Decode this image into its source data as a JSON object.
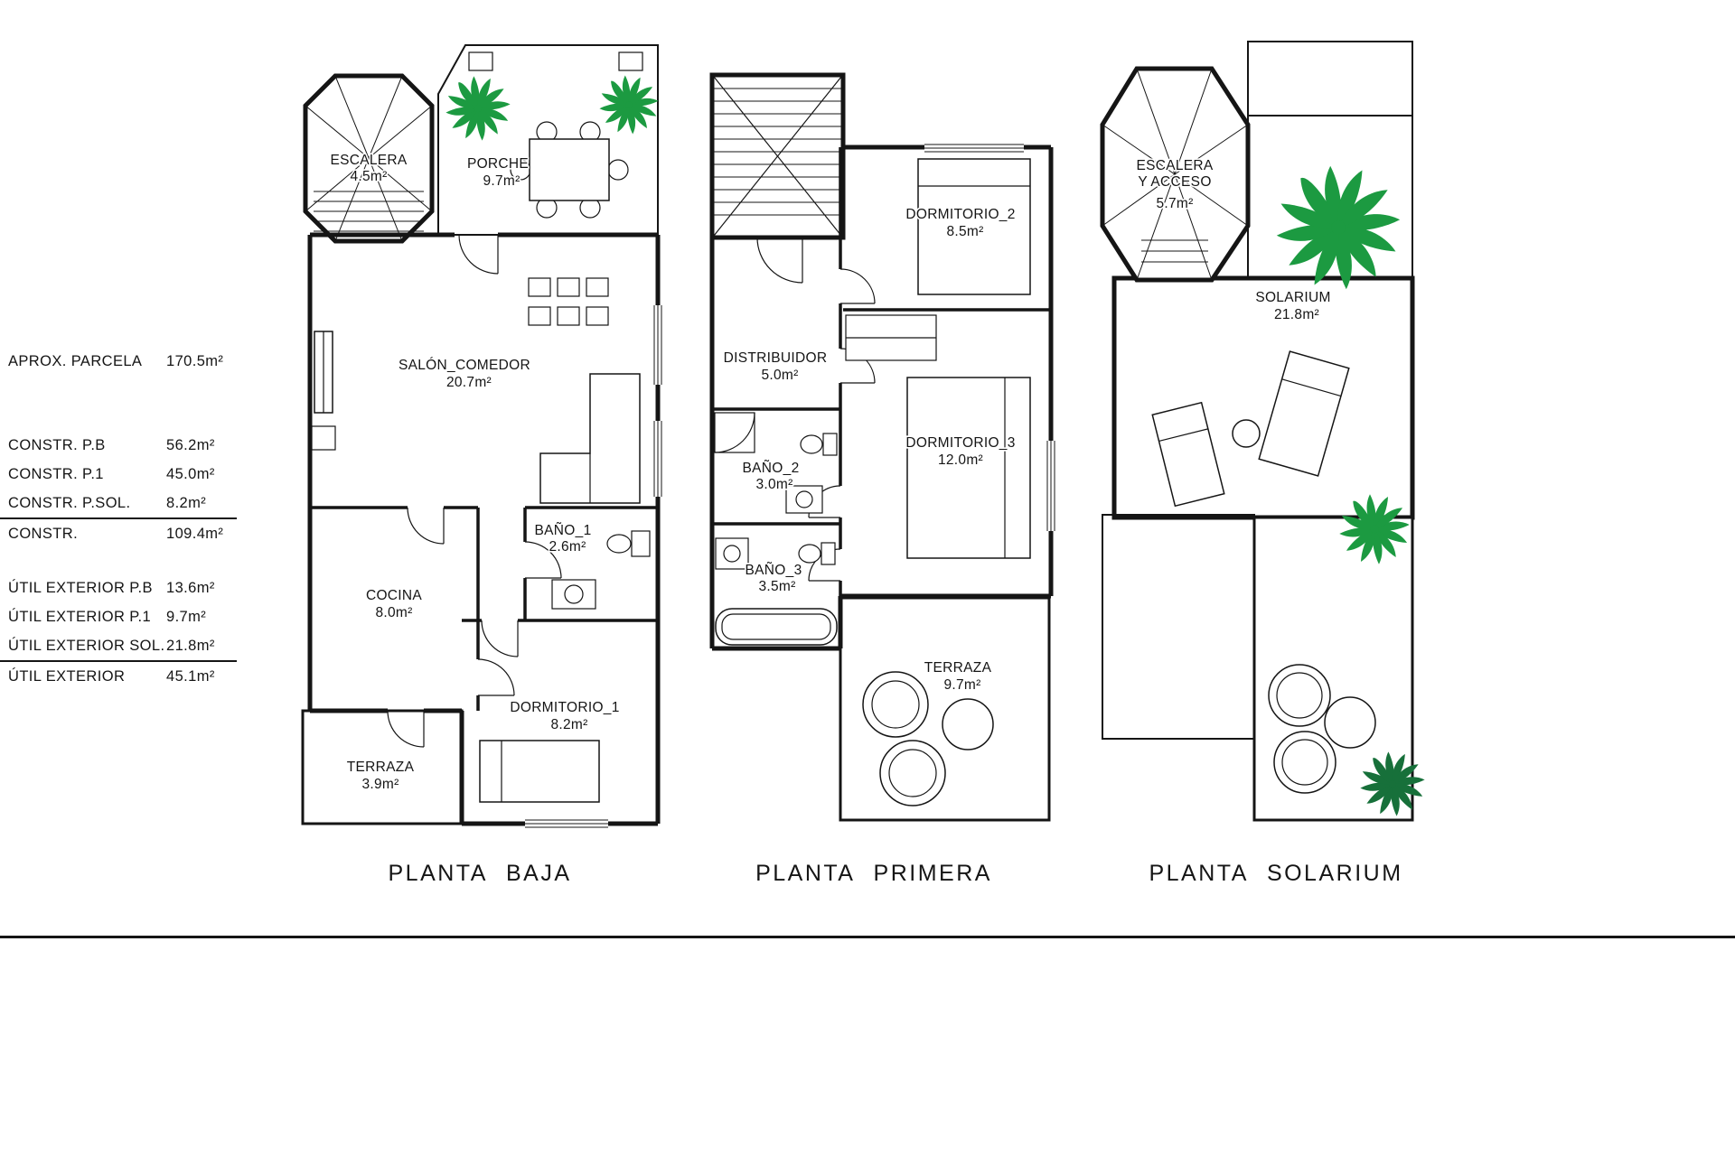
{
  "colors": {
    "ink": "#151515",
    "plant_green": "#1c9a41",
    "plant_dark": "#17703a"
  },
  "legend": {
    "parcela": {
      "label": "APROX. PARCELA",
      "value": "170.5m²"
    },
    "constr": [
      {
        "label": "CONSTR. P.B",
        "value": "56.2m²"
      },
      {
        "label": "CONSTR. P.1",
        "value": "45.0m²"
      },
      {
        "label": "CONSTR. P.SOL.",
        "value": "8.2m²"
      },
      {
        "label": "CONSTR.",
        "value": "109.4m²"
      }
    ],
    "util": [
      {
        "label": "ÚTIL EXTERIOR P.B",
        "value": "13.6m²"
      },
      {
        "label": "ÚTIL EXTERIOR P.1",
        "value": "9.7m²"
      },
      {
        "label": "ÚTIL EXTERIOR SOL.",
        "value": "21.8m²"
      },
      {
        "label": "ÚTIL EXTERIOR",
        "value": "45.1m²"
      }
    ]
  },
  "plans": {
    "baja": {
      "title": "PLANTA BAJA",
      "rooms": {
        "escalera": {
          "name": "ESCALERA",
          "area": "4.5m²"
        },
        "porche": {
          "name": "PORCHE",
          "area": "9.7m²"
        },
        "salon": {
          "name": "SALÓN_COMEDOR",
          "area": "20.7m²"
        },
        "bano1": {
          "name": "BAÑO_1",
          "area": "2.6m²"
        },
        "cocina": {
          "name": "COCINA",
          "area": "8.0m²"
        },
        "dormitorio1": {
          "name": "DORMITORIO_1",
          "area": "8.2m²"
        },
        "terraza": {
          "name": "TERRAZA",
          "area": "3.9m²"
        }
      }
    },
    "primera": {
      "title": "PLANTA PRIMERA",
      "rooms": {
        "dormitorio2": {
          "name": "DORMITORIO_2",
          "area": "8.5m²"
        },
        "distribuidor": {
          "name": "DISTRIBUIDOR",
          "area": "5.0m²"
        },
        "dormitorio3": {
          "name": "DORMITORIO_3",
          "area": "12.0m²"
        },
        "bano2": {
          "name": "BAÑO_2",
          "area": "3.0m²"
        },
        "bano3": {
          "name": "BAÑO_3",
          "area": "3.5m²"
        },
        "terraza": {
          "name": "TERRAZA",
          "area": "9.7m²"
        }
      }
    },
    "solarium": {
      "title": "PLANTA SOLARIUM",
      "rooms": {
        "escalera": {
          "name": "ESCALERA",
          "name2": "Y ACCESO",
          "area": "5.7m²"
        },
        "solarium": {
          "name": "SOLARIUM",
          "area": "21.8m²"
        }
      }
    }
  }
}
